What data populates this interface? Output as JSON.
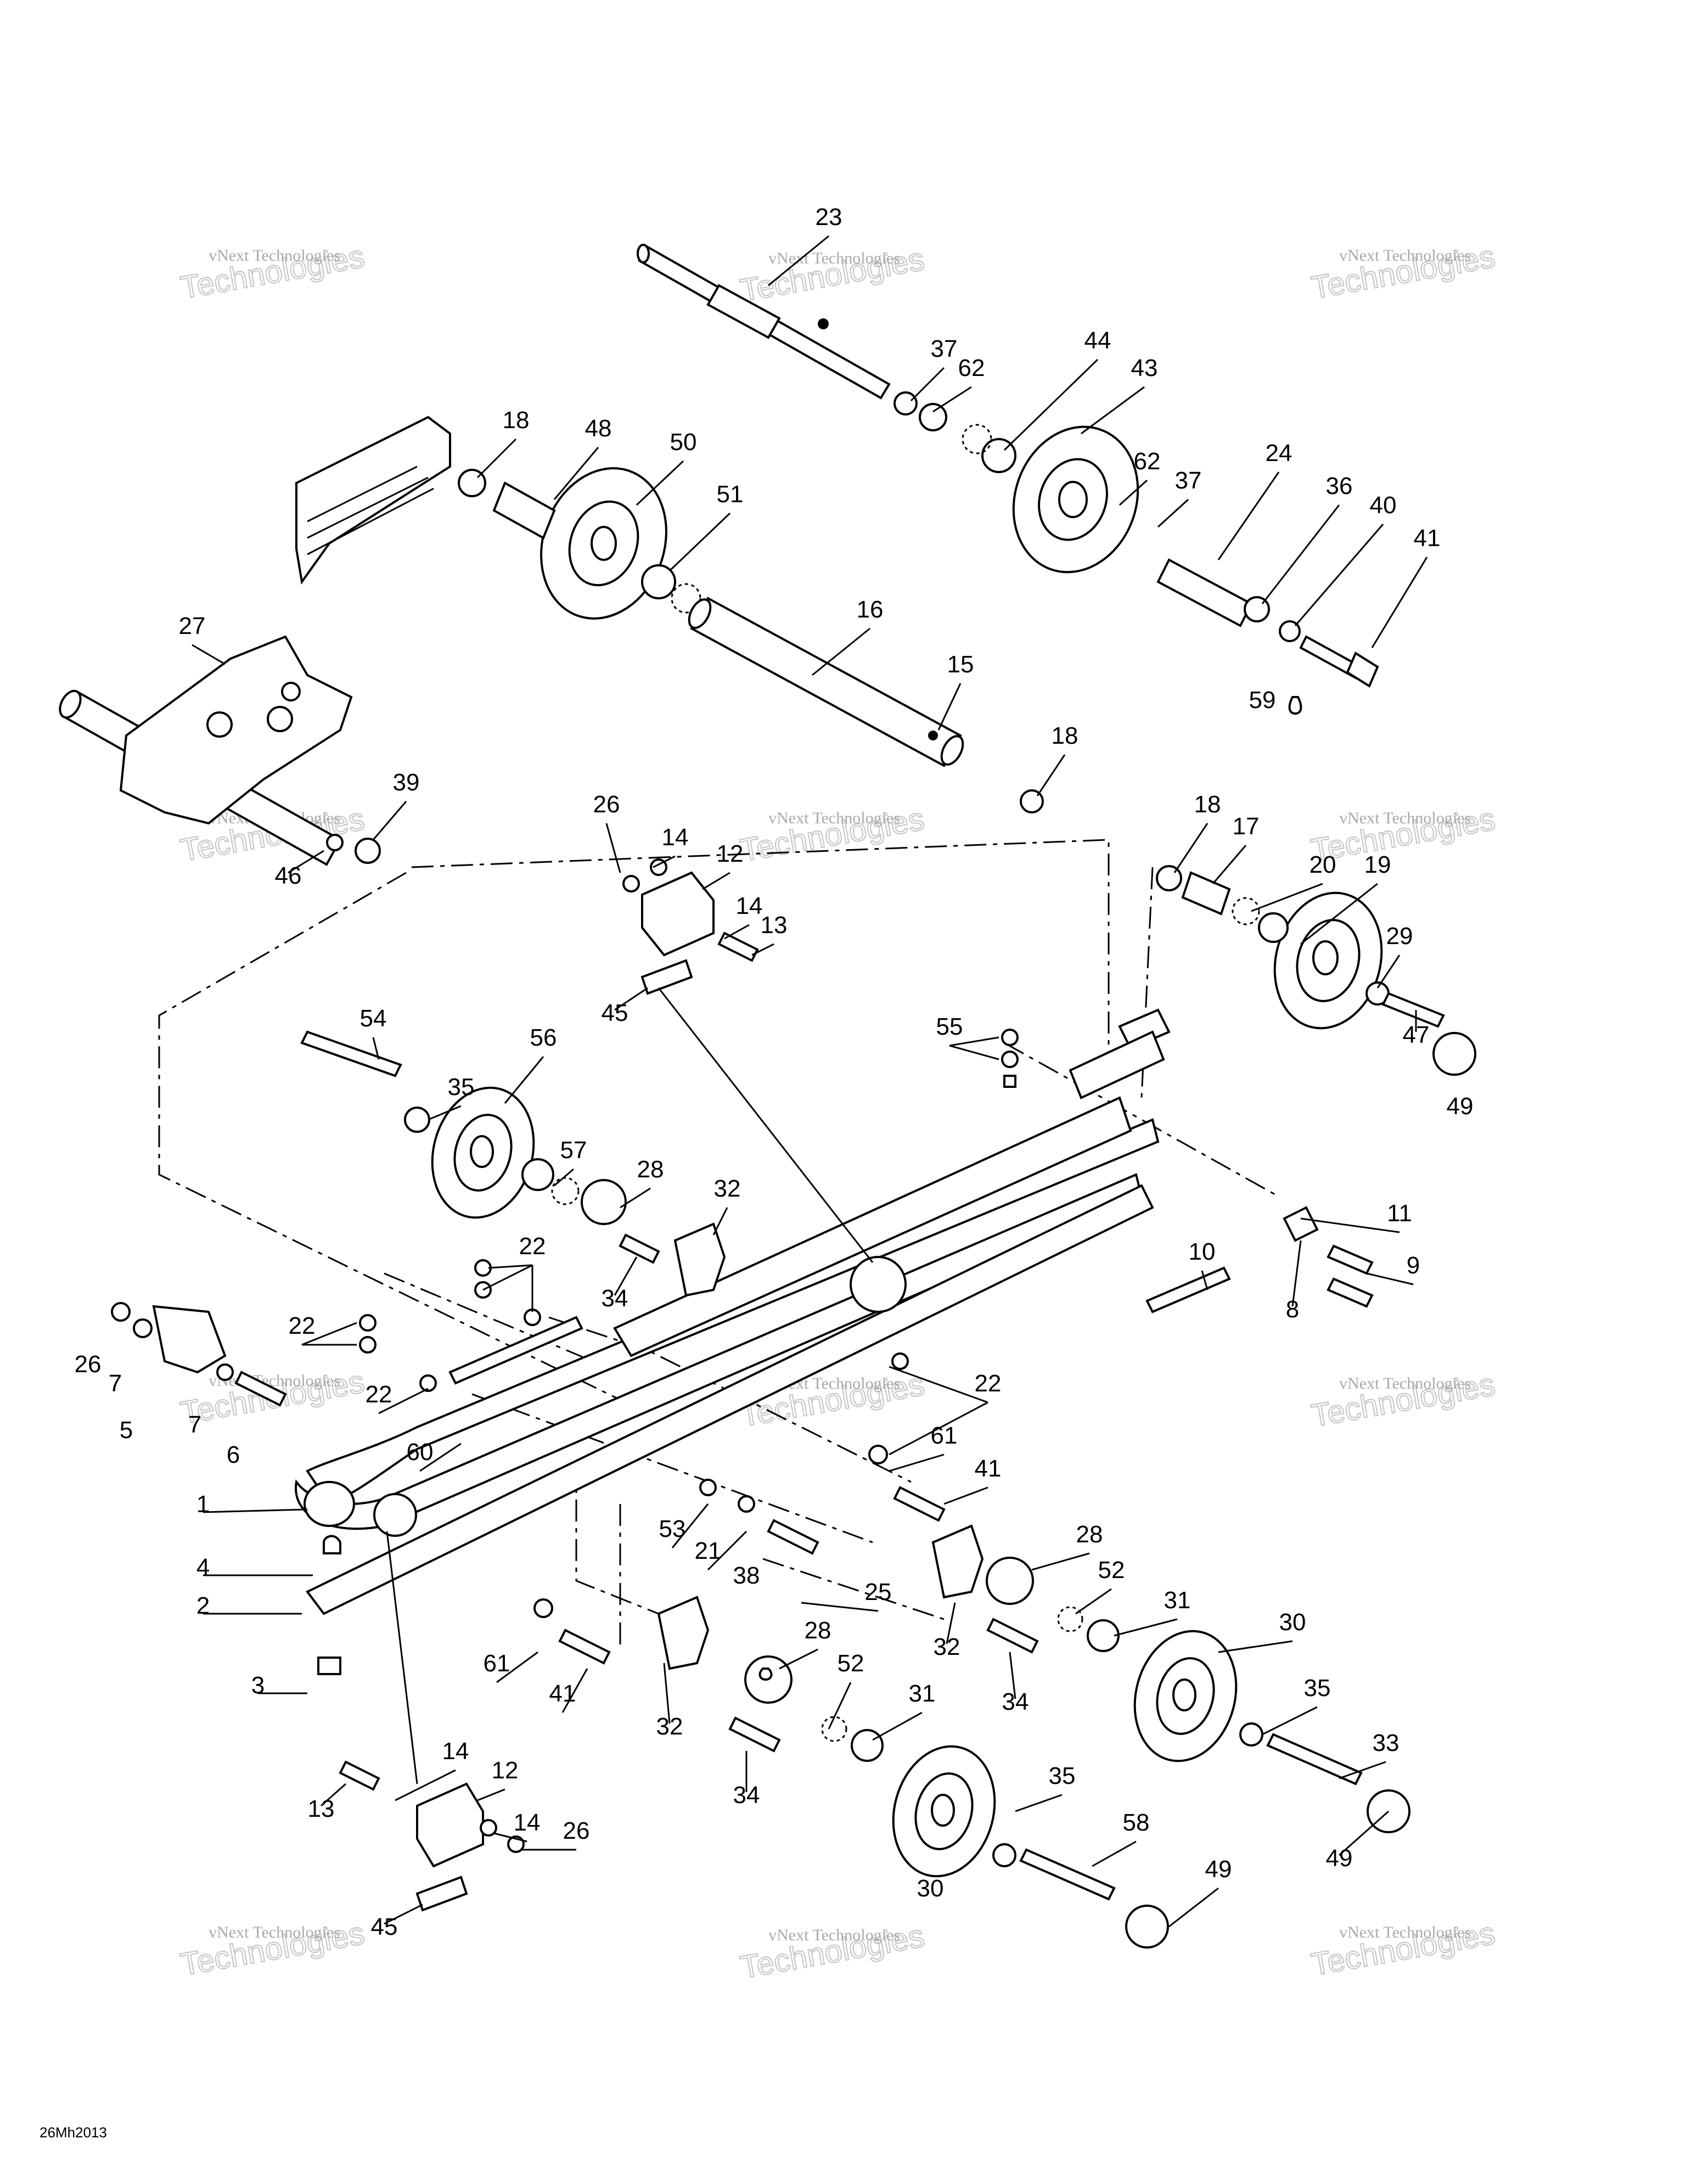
{
  "diagram": {
    "code": "26Mh2013",
    "watermark": {
      "line1": "vNext Technologies",
      "line2": "Technologies"
    },
    "callouts": [
      "1",
      "2",
      "3",
      "4",
      "5",
      "6",
      "7",
      "8",
      "9",
      "10",
      "11",
      "12",
      "13",
      "14",
      "15",
      "16",
      "17",
      "18",
      "19",
      "20",
      "21",
      "22",
      "23",
      "24",
      "25",
      "26",
      "27",
      "28",
      "29",
      "30",
      "31",
      "32",
      "33",
      "34",
      "35",
      "36",
      "37",
      "38",
      "39",
      "40",
      "41",
      "43",
      "44",
      "45",
      "46",
      "47",
      "48",
      "49",
      "50",
      "51",
      "52",
      "53",
      "54",
      "55",
      "56",
      "57",
      "58",
      "59",
      "60",
      "61",
      "62"
    ]
  }
}
